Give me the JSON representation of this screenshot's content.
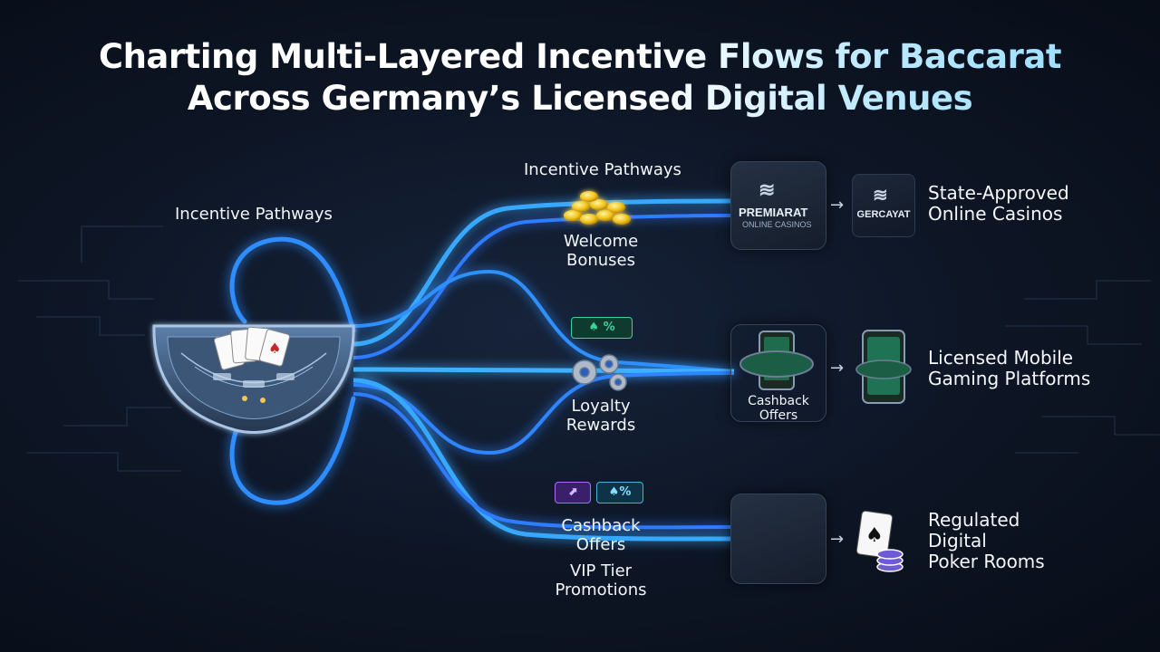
{
  "title": {
    "line1": "Charting Multi-Layered Incentive Flows for Baccarat",
    "line2": "Across Germany’s Licensed Digital Venues"
  },
  "source": {
    "label": "Incentive Pathways"
  },
  "top_header": "Incentive Pathways",
  "incentives": {
    "welcome": "Welcome\nBonuses",
    "loyalty": "Loyalty\nRewards",
    "cashback": "Cashback\nOffers",
    "vip": "VIP Tier\nPromotions"
  },
  "badges": {
    "percent": "%"
  },
  "venues": {
    "casino_card": {
      "brand": "PREMIARAT",
      "sub": "ONLINE CASINOS"
    },
    "casino_logo": "GERCAYAT",
    "mobile_card": "Cashback\nOffers"
  },
  "destinations": {
    "casinos": "State-Approved\nOnline Casinos",
    "mobile": "Licensed Mobile\nGaming Platforms",
    "poker": "Regulated\nDigital\nPoker Rooms"
  },
  "arrow": "→",
  "colors": {
    "flow": "#2f9bff",
    "flow_glow": "#1a6dff",
    "accent_cyan": "#7fe0ff",
    "badge_green": "#3fd19a",
    "badge_purple": "#a86bff"
  }
}
